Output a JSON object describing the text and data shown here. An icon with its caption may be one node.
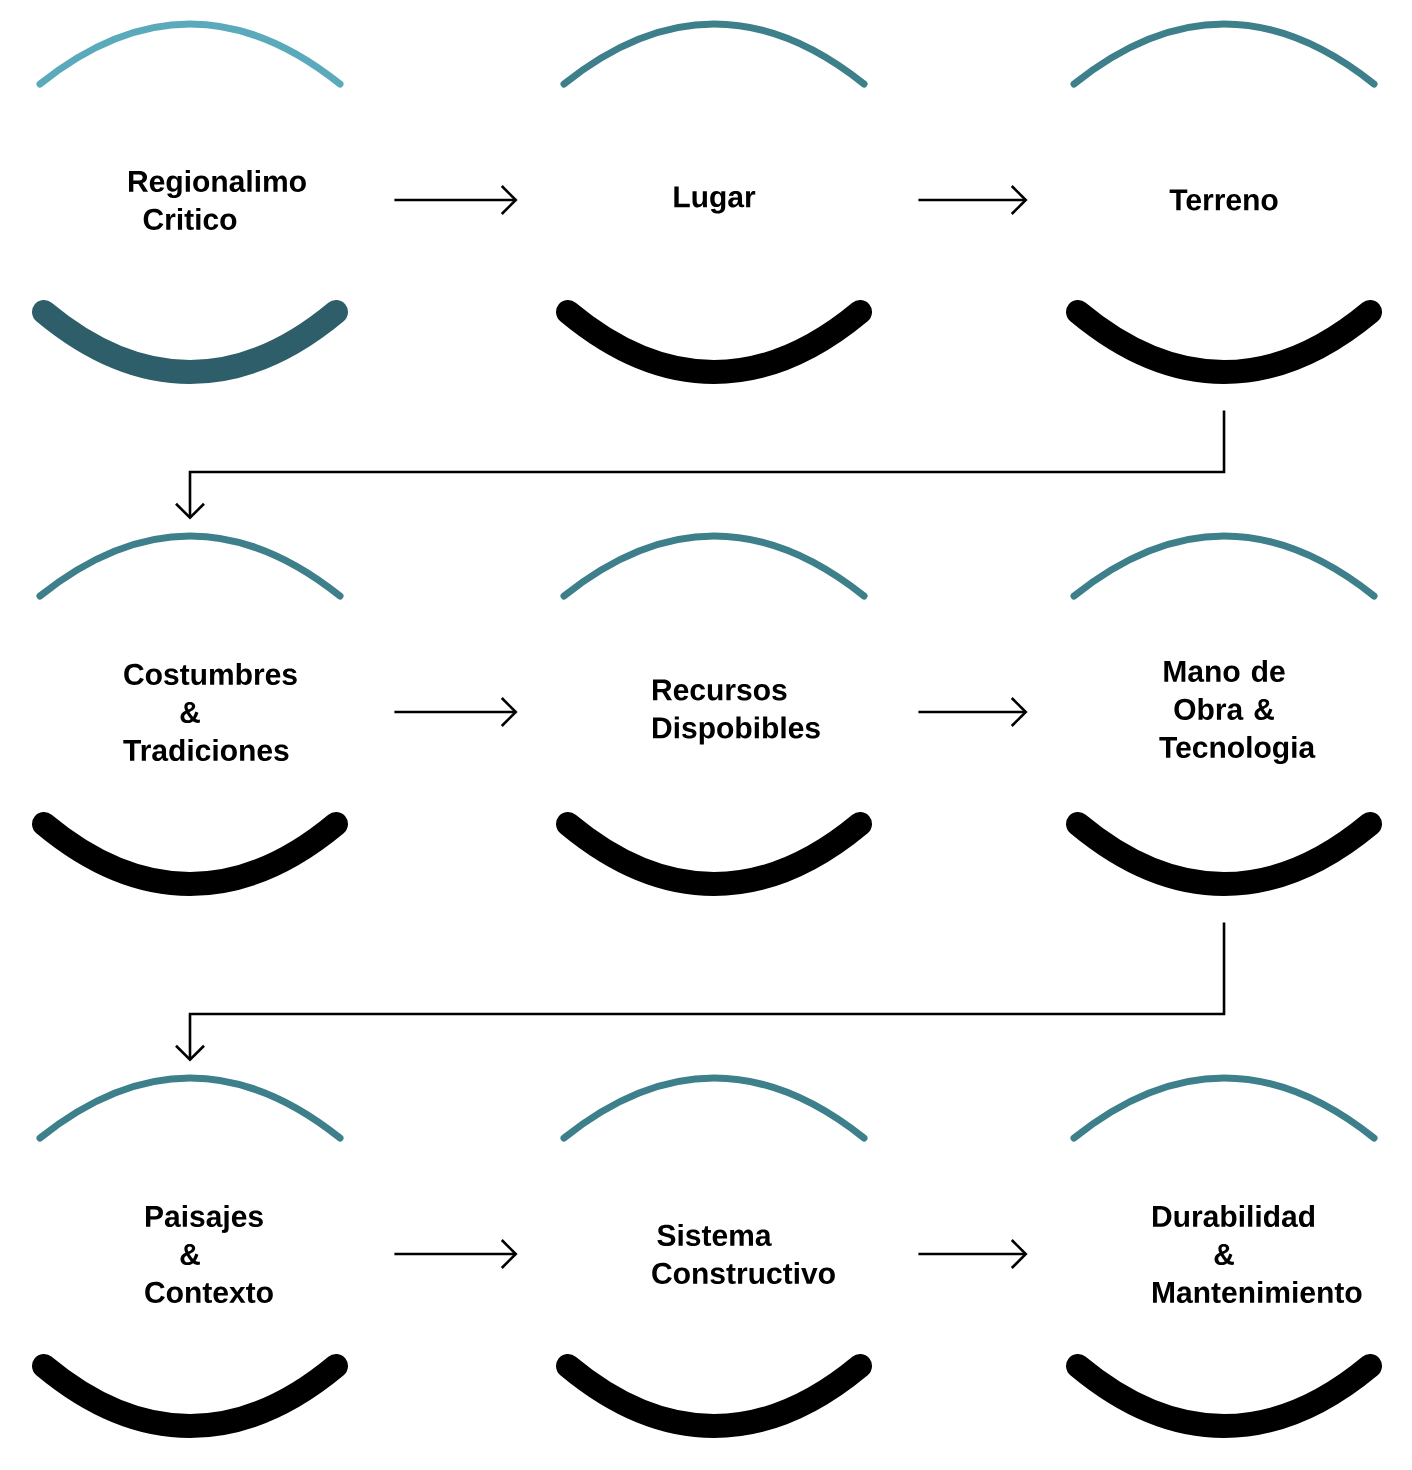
{
  "diagram": {
    "nodes": [
      {
        "text": [
          "Regionalimo Critico"
        ]
      },
      {
        "text": [
          "Lugar"
        ]
      },
      {
        "text": [
          "Terreno"
        ]
      },
      {
        "text": [
          "Costumbres & Tradiciones"
        ]
      },
      {
        "text": [
          "Recursos Dispobibles"
        ]
      },
      {
        "text": [
          "Mano de Obra & Tecnologia"
        ]
      },
      {
        "text": [
          "Paisajes & Contexto"
        ]
      },
      {
        "text": [
          "Sistema Constructivo"
        ]
      },
      {
        "text": [
          "Durabilidad & Mantenimiento"
        ]
      }
    ],
    "edges": [
      {
        "from": 0,
        "to": 1,
        "arrow": "to"
      },
      {
        "from": 1,
        "to": 2,
        "arrow": "to"
      },
      {
        "from": 2,
        "to": 3,
        "arrow": "to"
      },
      {
        "from": 3,
        "to": 4,
        "arrow": "to"
      },
      {
        "from": 4,
        "to": 5,
        "arrow": "to"
      },
      {
        "from": 5,
        "to": 6,
        "arrow": "to"
      },
      {
        "from": 6,
        "to": 7,
        "arrow": "to"
      },
      {
        "from": 7,
        "to": 8,
        "arrow": "to"
      }
    ]
  }
}
